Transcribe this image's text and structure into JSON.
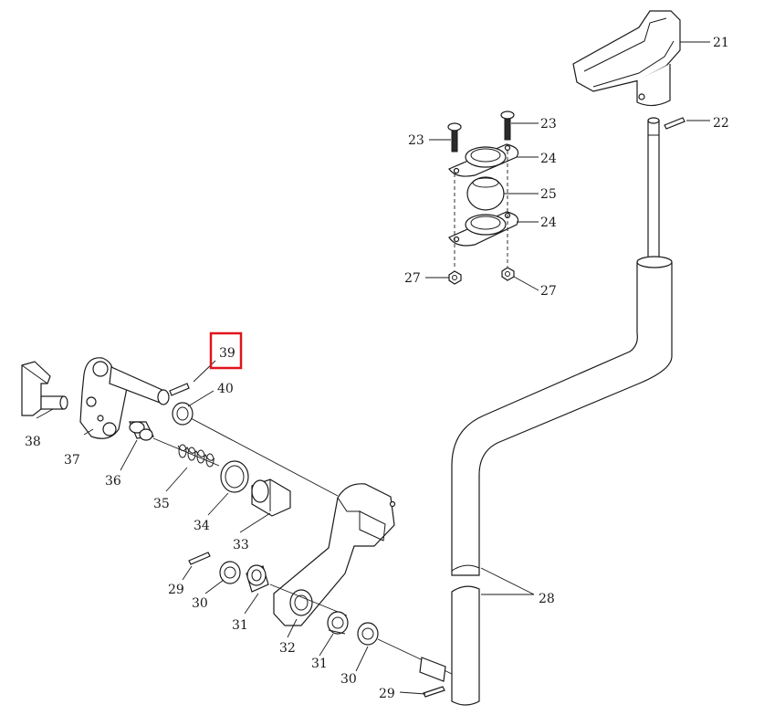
{
  "highlight_color": "#e0141b",
  "labels": {
    "p21": "21",
    "p22": "22",
    "p23a": "23",
    "p23b": "23",
    "p24a": "24",
    "p24b": "24",
    "p25": "25",
    "p27a": "27",
    "p27b": "27",
    "p28": "28",
    "p29a": "29",
    "p29b": "29",
    "p30a": "30",
    "p30b": "30",
    "p31a": "31",
    "p31b": "31",
    "p32": "32",
    "p33": "33",
    "p34": "34",
    "p35": "35",
    "p36": "36",
    "p37": "37",
    "p38": "38",
    "p39": "39",
    "p40": "40"
  },
  "highlighted_label": "39"
}
